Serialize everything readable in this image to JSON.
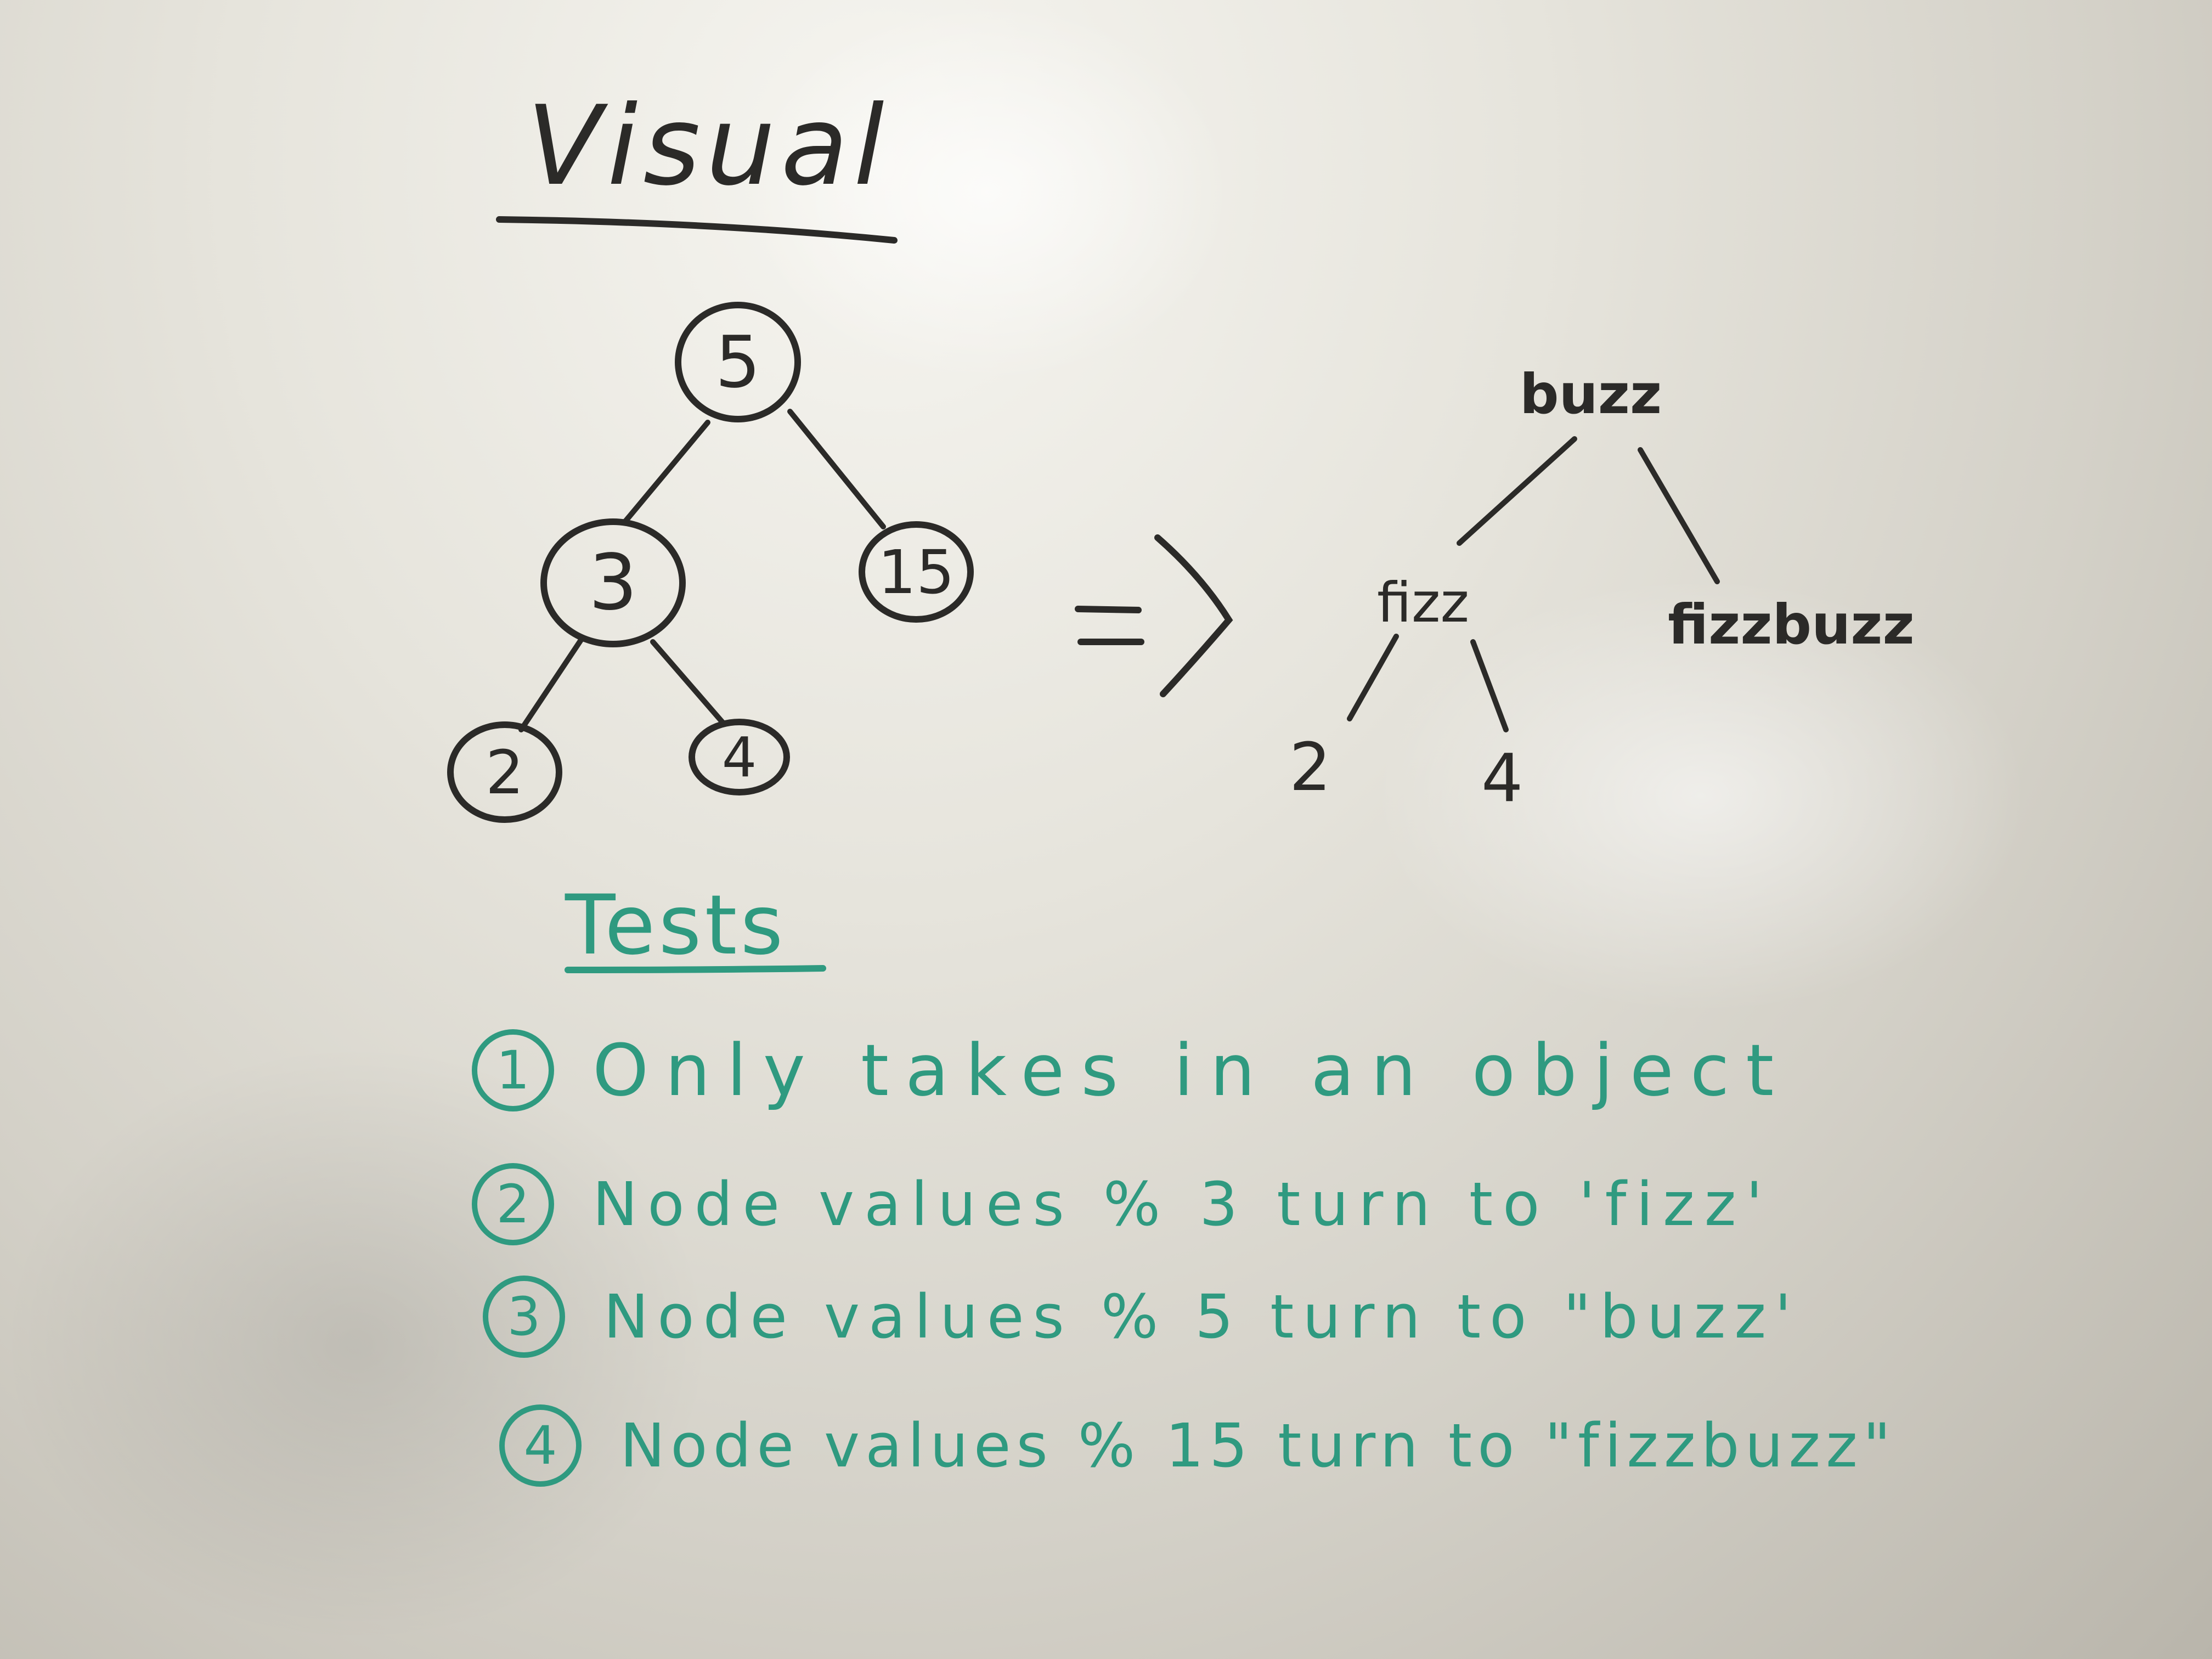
{
  "title": "Visual",
  "input_tree": {
    "root": "5",
    "left": "3",
    "right": "15",
    "left_left": "2",
    "left_right": "4"
  },
  "arrow": "=>",
  "output_tree": {
    "root": "buzz",
    "left": "fizz",
    "right": "fizzbuzz",
    "left_left": "2",
    "left_right": "4"
  },
  "tests": {
    "heading": "Tests",
    "items": [
      {
        "num": "1",
        "text": "Only takes in an object"
      },
      {
        "num": "2",
        "text": "Node values % 3 turn to 'fizz'"
      },
      {
        "num": "3",
        "text": "Node values % 5 turn to \"buzz'"
      },
      {
        "num": "4",
        "text": "Node values % 15 turn to \"fizzbuzz\""
      }
    ]
  },
  "colors": {
    "black_marker": "#2b2a28",
    "green_marker": "#2f9a80",
    "board": "#dcd9d0"
  }
}
